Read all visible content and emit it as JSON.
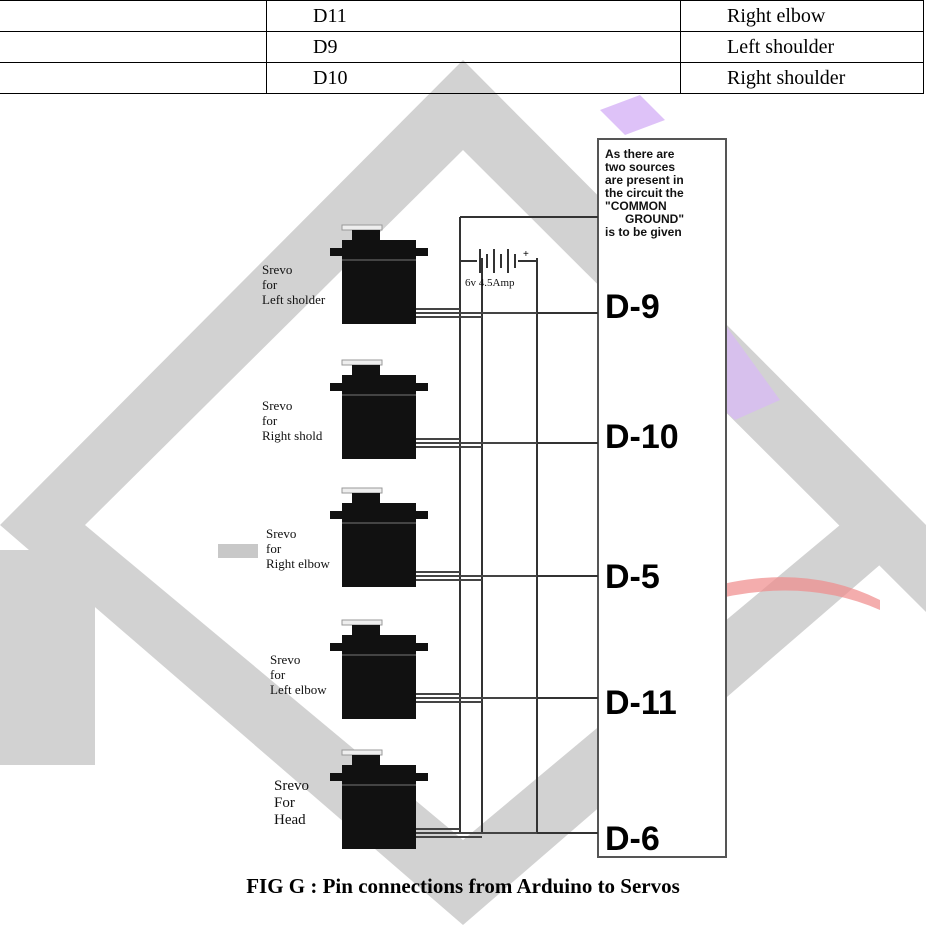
{
  "table": {
    "rows": [
      {
        "pin": "D11",
        "joint": "Right elbow"
      },
      {
        "pin": "D9",
        "joint": "Left shoulder"
      },
      {
        "pin": "D10",
        "joint": "Right shoulder"
      }
    ]
  },
  "diagram": {
    "note": "As there are\ntwo sources\nare present in\nthe circuit the\n\"COMMON\n      GROUND\"\nis to be given",
    "battery_label": "6v 4.5Amp",
    "servos": [
      {
        "label": "Srevo\nfor\nLeft sholder",
        "pin": "D-9"
      },
      {
        "label": "Srevo\nfor\nRight shold",
        "pin": "D-10"
      },
      {
        "label": "Srevo\nfor\nRight elbow",
        "pin": "D-5"
      },
      {
        "label": "Srevo\nfor\nLeft elbow",
        "pin": "D-11"
      },
      {
        "label": "Srevo\nFor\nHead",
        "pin": "D-6"
      }
    ]
  },
  "caption": "FIG G : Pin connections from Arduino to Servos",
  "colors": {
    "watermark_gray": "#d0d0d0",
    "watermark_purple": "#c8a2f0",
    "watermark_red": "#f08080",
    "servo_body": "#111111"
  }
}
